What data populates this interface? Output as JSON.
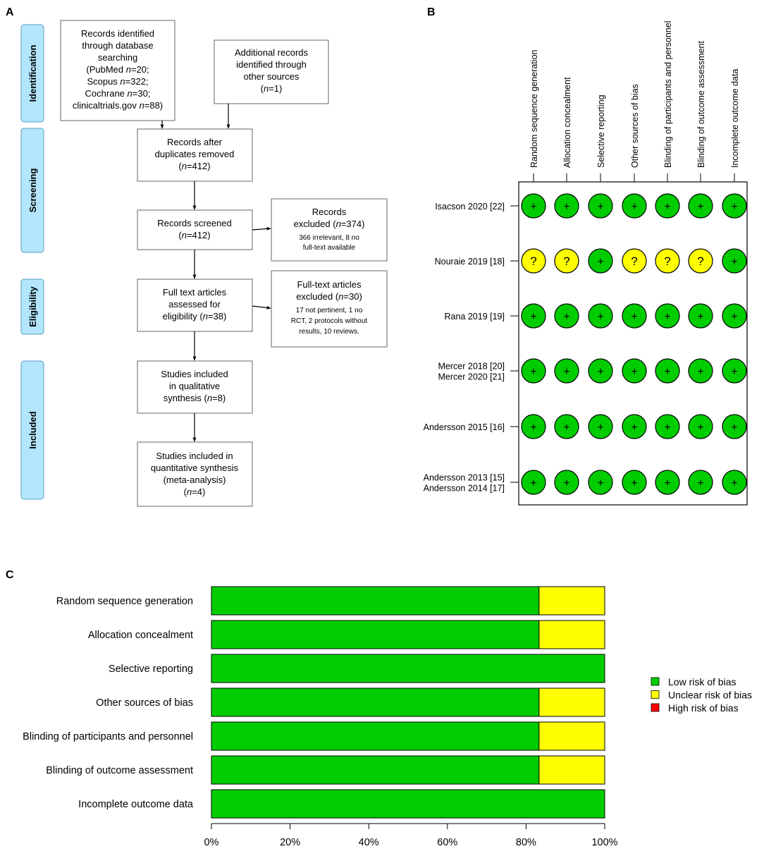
{
  "panels": {
    "a": "A",
    "b": "B",
    "c": "C"
  },
  "colors": {
    "low": "#00cc00",
    "unclear": "#ffff00",
    "high": "#ff0000",
    "stage": "#b3e5fc"
  },
  "flow": {
    "stages": [
      "Identification",
      "Screening",
      "Eligibility",
      "Included"
    ],
    "identified": [
      "Records identified",
      "through database",
      "searching",
      "(PubMed |n|=20;",
      "Scopus |n|=322;",
      "Cochrane |n|=30;",
      "clinicaltrials.gov |n|=88)"
    ],
    "additional": [
      "Additional records",
      "identified through",
      "other sources",
      "(|n|=1)"
    ],
    "after_duplicates": [
      "Records after",
      "duplicates removed",
      "(|n|=412)"
    ],
    "screened": [
      "Records screened",
      "(|n|=412)"
    ],
    "excluded_records": [
      "Records",
      "excluded (|n|=374)"
    ],
    "excluded_records_detail": [
      "366 irrelevant, 8 no",
      "full-text available"
    ],
    "full_text": [
      "Full text articles",
      "assessed for",
      "eligibility (|n|=38)"
    ],
    "excluded_full": [
      "Full-text articles",
      "excluded (|n|=30)"
    ],
    "excluded_full_detail": [
      "17 not pertinent, 1 no",
      "RCT, 2 protocols without",
      "results, 10 reviews."
    ],
    "qualitative": [
      "Studies included",
      "in qualitative",
      "synthesis (|n|=8)"
    ],
    "quantitative": [
      "Studies included in",
      "quantitative synthesis",
      "(meta-analysis)",
      "(|n|=4)"
    ]
  },
  "domains": [
    "Random sequence generation",
    "Allocation concealment",
    "Selective reporting",
    "Other sources of bias",
    "Blinding of participants and personnel",
    "Blinding of outcome assessment",
    "Incomplete outcome data"
  ],
  "studies": [
    {
      "labels": [
        "Isacson 2020 [22]"
      ],
      "ratings": [
        "low",
        "low",
        "low",
        "low",
        "low",
        "low",
        "low"
      ]
    },
    {
      "labels": [
        "Nouraie 2019 [18]"
      ],
      "ratings": [
        "unclear",
        "unclear",
        "low",
        "unclear",
        "unclear",
        "unclear",
        "low"
      ]
    },
    {
      "labels": [
        "Rana 2019 [19]"
      ],
      "ratings": [
        "low",
        "low",
        "low",
        "low",
        "low",
        "low",
        "low"
      ]
    },
    {
      "labels": [
        "Mercer 2018 [20]",
        "Mercer 2020 [21]"
      ],
      "ratings": [
        "low",
        "low",
        "low",
        "low",
        "low",
        "low",
        "low"
      ]
    },
    {
      "labels": [
        "Andersson 2015 [16]"
      ],
      "ratings": [
        "low",
        "low",
        "low",
        "low",
        "low",
        "low",
        "low"
      ]
    },
    {
      "labels": [
        "Andersson 2013 [15]",
        "Andersson 2014 [17]"
      ],
      "ratings": [
        "low",
        "low",
        "low",
        "low",
        "low",
        "low",
        "low"
      ]
    }
  ],
  "symbols": {
    "low": "+",
    "unclear": "?",
    "high": "-"
  },
  "chart_data": {
    "type": "bar",
    "orientation": "horizontal",
    "stacked": true,
    "categories": [
      "Random sequence generation",
      "Allocation concealment",
      "Selective reporting",
      "Other sources of bias",
      "Blinding of participants and personnel",
      "Blinding of outcome assessment",
      "Incomplete outcome data"
    ],
    "series": [
      {
        "name": "Low risk of bias",
        "values": [
          83.3,
          83.3,
          100,
          83.3,
          83.3,
          83.3,
          100
        ]
      },
      {
        "name": "Unclear risk of bias",
        "values": [
          16.7,
          16.7,
          0,
          16.7,
          16.7,
          16.7,
          0
        ]
      },
      {
        "name": "High risk of bias",
        "values": [
          0,
          0,
          0,
          0,
          0,
          0,
          0
        ]
      }
    ],
    "xticks": [
      "0%",
      "20%",
      "40%",
      "60%",
      "80%",
      "100%"
    ],
    "xlim": [
      0,
      100
    ],
    "legend_position": "right"
  }
}
